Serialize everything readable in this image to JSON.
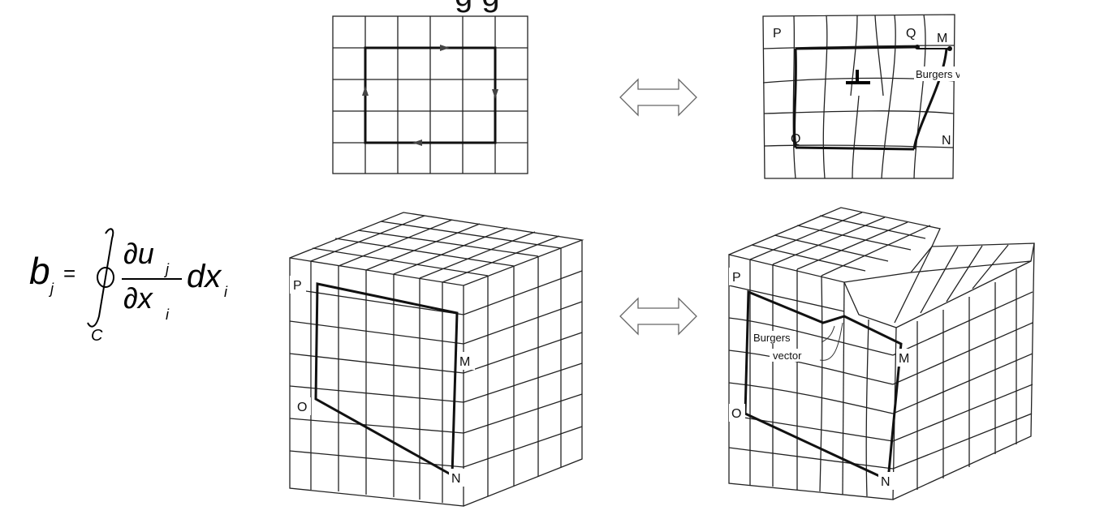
{
  "title_fragment": "g g",
  "equation": {
    "lhs_var": "b",
    "lhs_sub": "j",
    "equals": "=",
    "num_partial": "∂u",
    "num_sub": "j",
    "den_partial": "∂x",
    "den_sub": "i",
    "dx": "dx",
    "dx_sub": "i",
    "contour": "C"
  },
  "top_right": {
    "label_p": "P",
    "label_q_top": "Q",
    "label_m": "M",
    "label_q_bottom": "Q",
    "label_n": "N",
    "burgers": "Burgers vector"
  },
  "bottom_left": {
    "label_p": "P",
    "label_m": "M",
    "label_o": "O",
    "label_n": "N"
  },
  "bottom_right": {
    "label_p": "P",
    "label_m": "M",
    "label_o": "O",
    "label_n": "N",
    "burgers_line1": "Burgers",
    "burgers_line2": "vector"
  },
  "colors": {
    "line": "#111111",
    "grid": "#222222",
    "arrow_outline": "#666666"
  }
}
